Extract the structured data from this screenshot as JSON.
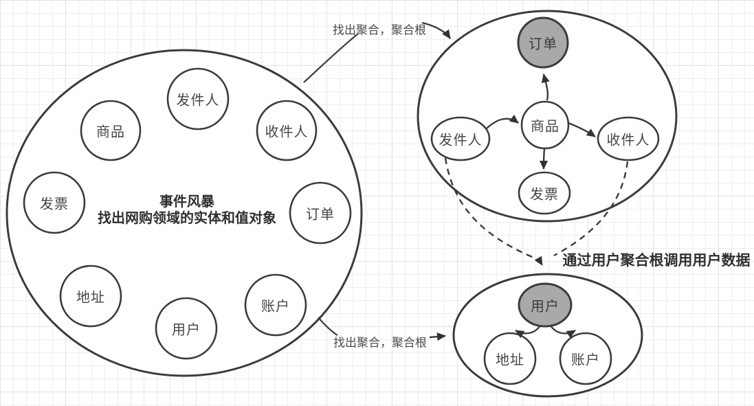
{
  "left_cluster": {
    "title_line1": "事件风暴",
    "title_line2": "找出网购领域的实体和值对象",
    "nodes": {
      "product": "商品",
      "sender": "发件人",
      "receiver": "收件人",
      "invoice": "发票",
      "order": "订单",
      "address": "地址",
      "user": "用户",
      "account": "账户"
    }
  },
  "order_aggregate": {
    "root": "订单",
    "nodes": {
      "product": "商品",
      "sender": "发件人",
      "receiver": "收件人",
      "invoice": "发票"
    }
  },
  "user_aggregate": {
    "root": "用户",
    "nodes": {
      "address": "地址",
      "account": "账户"
    }
  },
  "annotations": {
    "find_aggregate_top": "找出聚合，聚合根",
    "find_aggregate_bottom": "找出聚合，聚合根",
    "user_data_note": "通过用户聚合根调用用户数据"
  },
  "colors": {
    "stroke": "#3b3b3b",
    "aggregate_root_fill": "#a9a9a9",
    "node_fill": "#ffffff",
    "text": "#454545",
    "grid_minor": "#ededed",
    "grid_major": "#e3e3e3",
    "background": "#ffffff"
  }
}
